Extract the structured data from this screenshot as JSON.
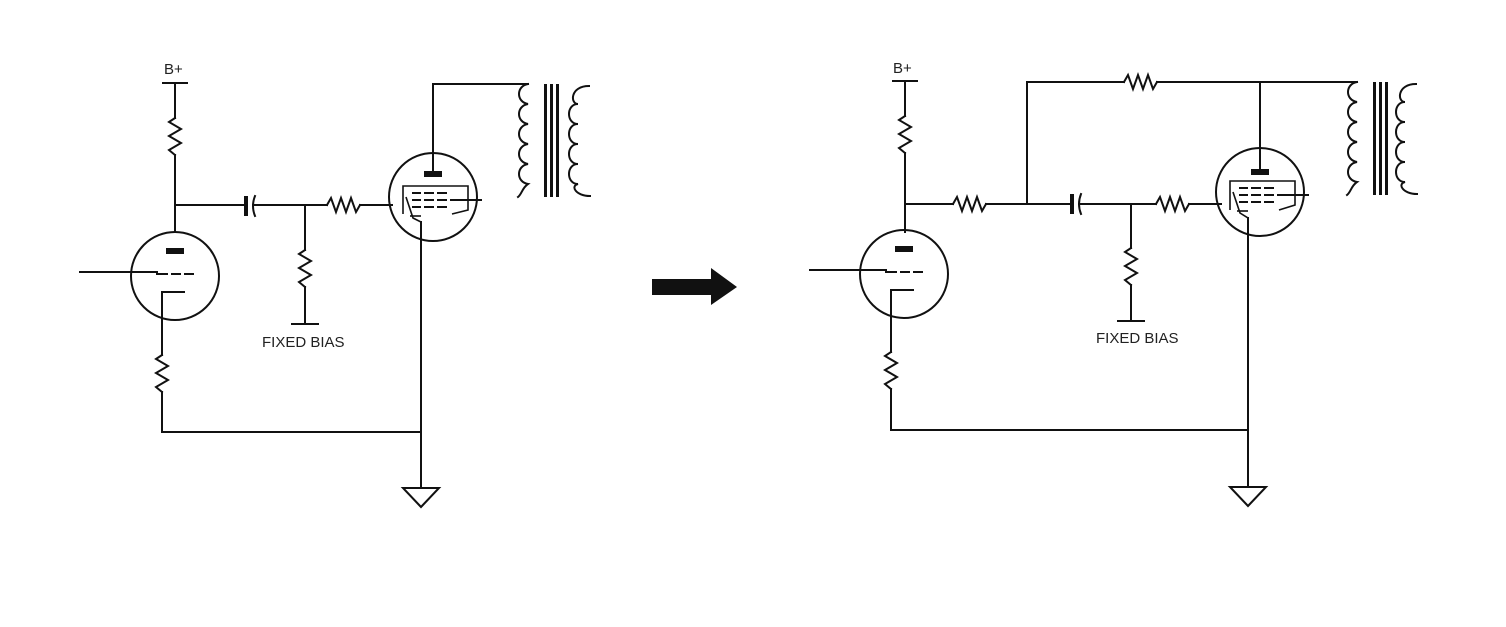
{
  "diagrams": {
    "before": {
      "supply_label": "B+",
      "bias_label": "FIXED BIAS"
    },
    "after": {
      "supply_label": "B+",
      "bias_label": "FIXED BIAS"
    }
  },
  "colors": {
    "ink": "#111111",
    "background": "#ffffff"
  },
  "icons": {
    "transition": "right-arrow-icon",
    "ground": "ground-icon",
    "resistor": "resistor-icon",
    "capacitor": "capacitor-icon",
    "triode": "triode-tube-icon",
    "pentode": "pentode-tube-icon",
    "transformer": "output-transformer-icon"
  }
}
